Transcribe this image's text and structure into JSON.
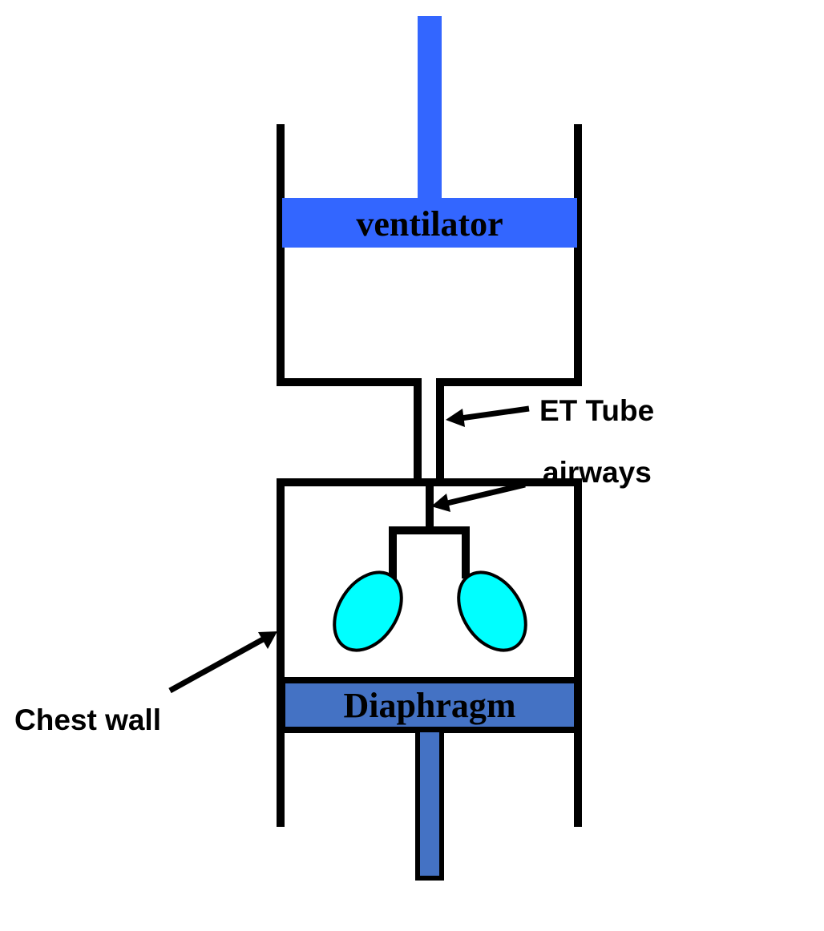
{
  "labels": {
    "ventilator": "ventilator",
    "et_tube": "ET Tube",
    "airways": "airways",
    "chest_wall": "Chest wall",
    "diaphragm": "Diaphragm"
  },
  "colors": {
    "ventilator_piston": "#3366ff",
    "diaphragm_piston": "#4472c4",
    "lung": "#00ffff",
    "outline": "#000000",
    "background": "#ffffff"
  }
}
